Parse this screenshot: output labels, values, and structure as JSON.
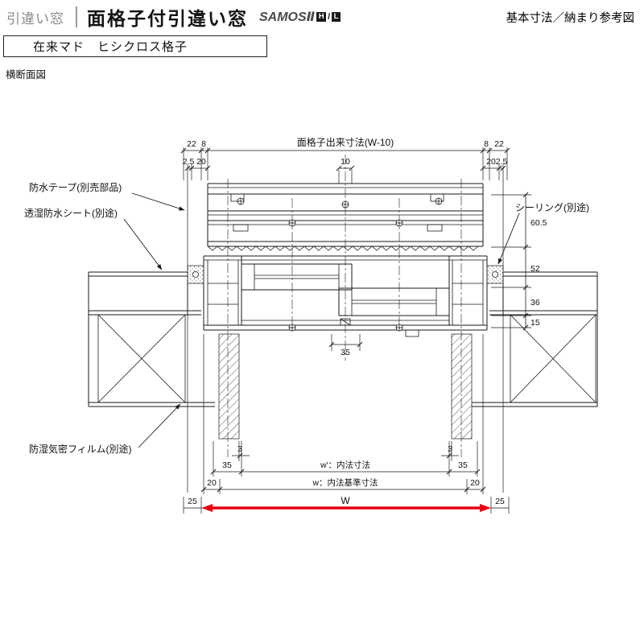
{
  "header": {
    "category": "引違い窓",
    "title": "面格子付引違い窓",
    "brand": "SAMOSⅡ",
    "brand_h": "H",
    "brand_slash": "/",
    "brand_l": "L",
    "corner_note": "基本寸法／納まり参考図"
  },
  "subheader": {
    "label": "在来マド　ヒシクロス格子"
  },
  "view_label": "横断面図",
  "callouts": {
    "waterproof_tape": "防水テープ(別売部品)",
    "breathable_sheet": "透湿防水シート(別途)",
    "sealing": "シーリング(別途)",
    "moisture_film": "防湿気密フィルム(別途)"
  },
  "dimensions": {
    "top_title": "面格子出来寸法(W-10)",
    "top_left": [
      "22",
      "8"
    ],
    "top_right": [
      "8",
      "22"
    ],
    "row2_left": [
      "2.5",
      "20"
    ],
    "row2_center": "10",
    "row2_right": [
      "20",
      "2.5"
    ],
    "right_chain": [
      "60.5",
      "52",
      "36",
      "15"
    ],
    "sill_width": "35",
    "bottom_gap_left": "3",
    "bottom_gap_right": "3",
    "bottom_35_left": "35",
    "bottom_35_right": "35",
    "bottom_20_left": "20",
    "bottom_20_right": "20",
    "bottom_25_left": "25",
    "bottom_25_right": "25",
    "inner_width": "w'：内法寸法",
    "inner_base_width": "w：内法基準寸法",
    "overall_width": "W"
  },
  "colors": {
    "accent_red": "#e60012"
  }
}
